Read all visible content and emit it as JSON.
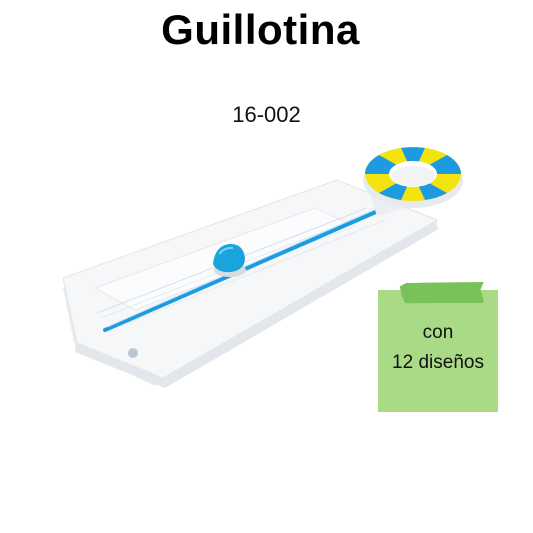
{
  "title": "Guillotina",
  "code": "16-002",
  "note": {
    "line1": "con",
    "line2": "12 diseños"
  },
  "colors": {
    "accent_blue": "#1e9be0",
    "accent_yellow": "#f3e30e",
    "note_green": "#a9db86",
    "tape_green": "#79c25a"
  },
  "icons": [
    "cutting-wheel-icon",
    "cutter-knob-icon"
  ]
}
